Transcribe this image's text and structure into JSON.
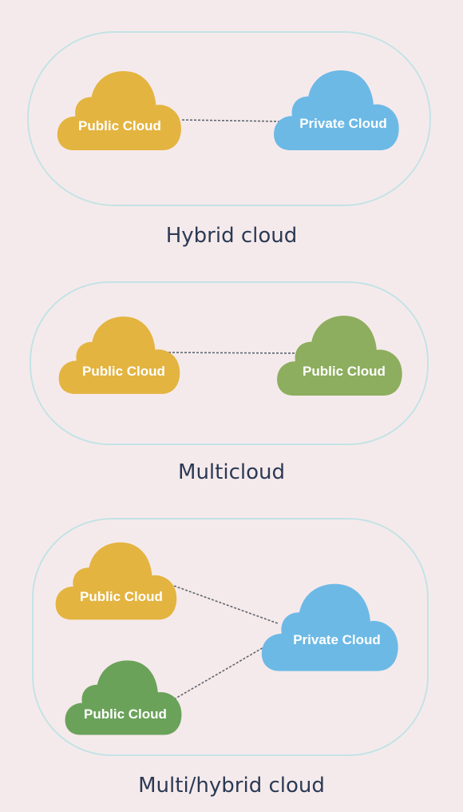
{
  "colors": {
    "background": "#f5eaeb",
    "panel_border": "#c3e3e6",
    "caption": "#2b3a55",
    "public_cloud_yellow": "#e3b440",
    "private_cloud_blue": "#6cb9e6",
    "public_cloud_green_light": "#8dae5e",
    "public_cloud_green": "#6aa25a"
  },
  "sections": {
    "hybrid": {
      "caption": "Hybrid cloud",
      "clouds": [
        {
          "label": "Public Cloud",
          "color": "#e3b440",
          "icon": "cloud-icon"
        },
        {
          "label": "Private Cloud",
          "color": "#6cb9e6",
          "icon": "cloud-icon"
        }
      ]
    },
    "multi": {
      "caption": "Multicloud",
      "clouds": [
        {
          "label": "Public Cloud",
          "color": "#e3b440",
          "icon": "cloud-icon"
        },
        {
          "label": "Public Cloud",
          "color": "#8dae5e",
          "icon": "cloud-icon"
        }
      ]
    },
    "multi_hybrid": {
      "caption": "Multi/hybrid cloud",
      "clouds": [
        {
          "label": "Public Cloud",
          "color": "#e3b440",
          "icon": "cloud-icon"
        },
        {
          "label": "Private Cloud",
          "color": "#6cb9e6",
          "icon": "cloud-icon"
        },
        {
          "label": "Public Cloud",
          "color": "#6aa25a",
          "icon": "cloud-icon"
        }
      ]
    }
  }
}
